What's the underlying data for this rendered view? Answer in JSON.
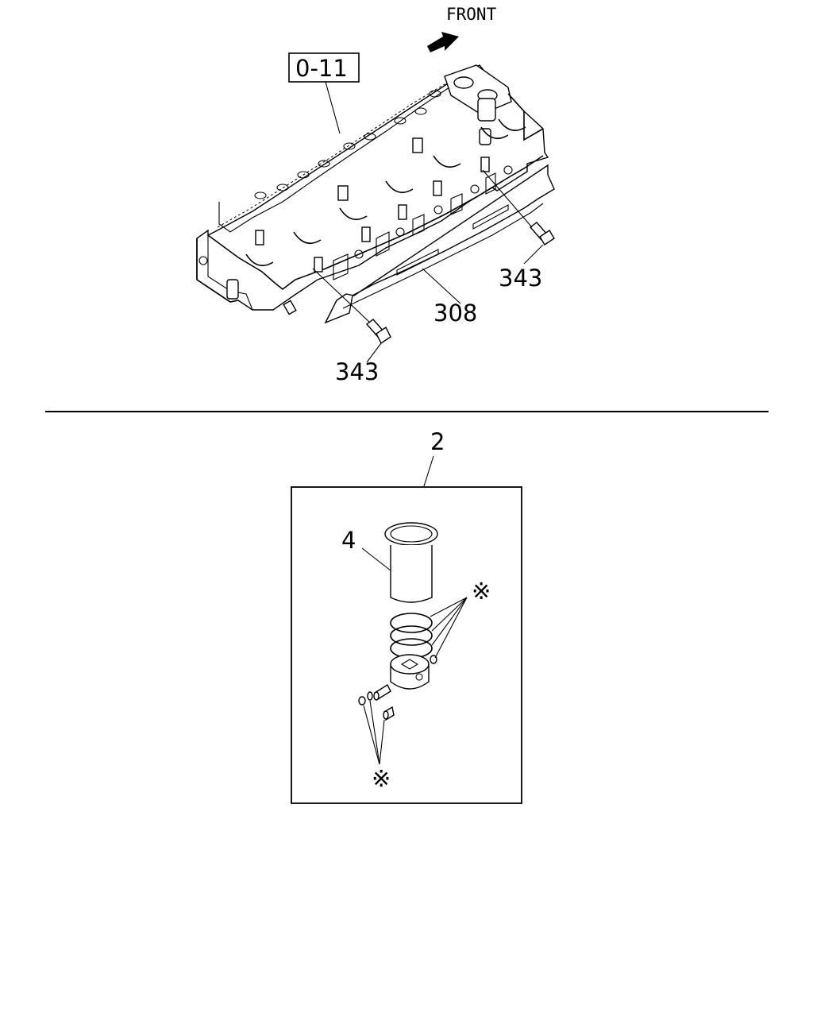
{
  "diagram": {
    "front_label": "FRONT",
    "ref_box_label": "0-11",
    "callouts": {
      "bolt_right": "343",
      "gasket": "308",
      "bolt_left": "343",
      "kit": "2",
      "liner": "4",
      "star_upper": "※",
      "star_lower": "※"
    }
  }
}
